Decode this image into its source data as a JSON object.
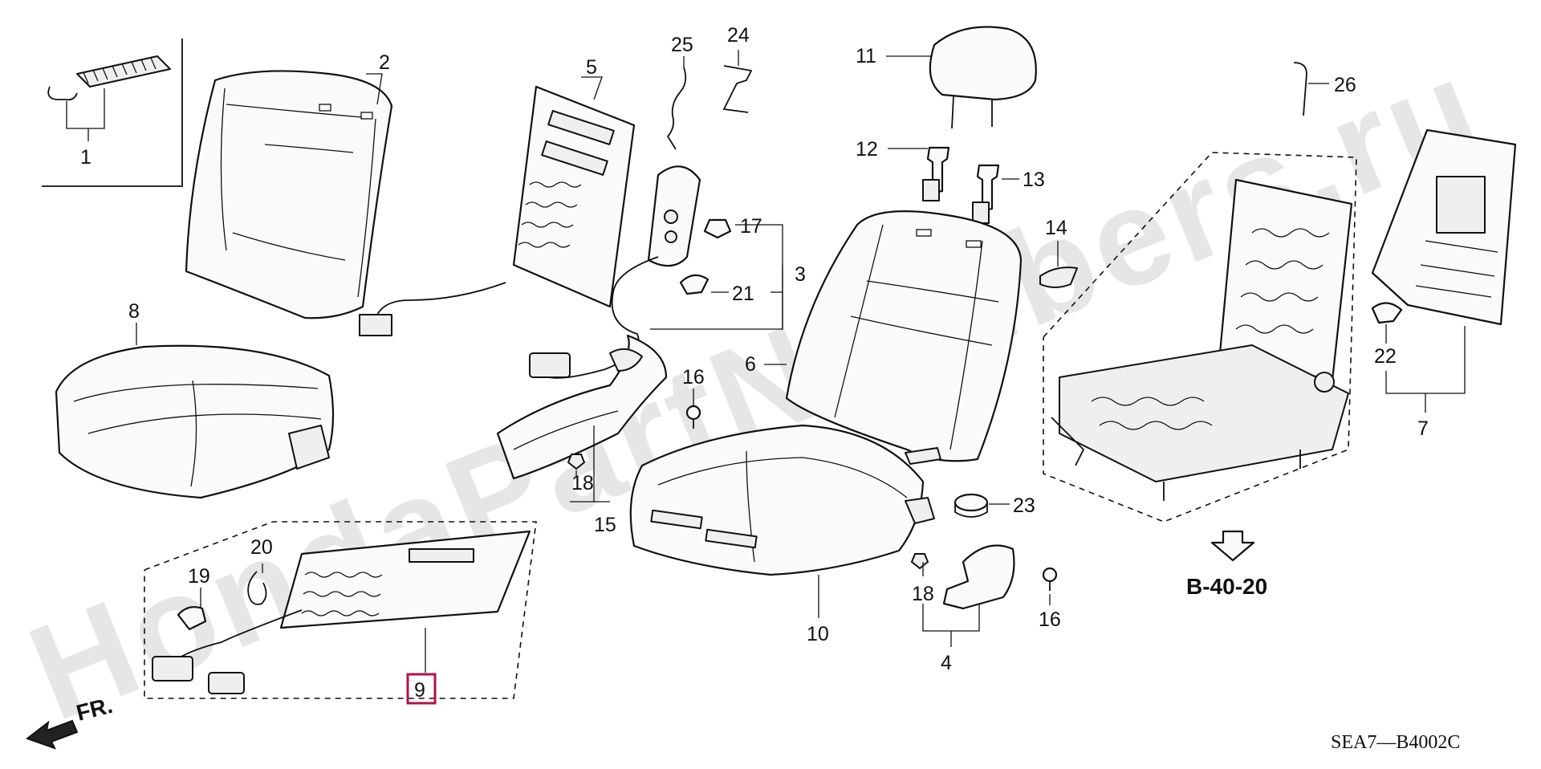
{
  "watermark": "HondaPartNumbers.ru",
  "callouts": {
    "c1": "1",
    "c2": "2",
    "c3": "3",
    "c4": "4",
    "c5": "5",
    "c6": "6",
    "c7": "7",
    "c8": "8",
    "c9": "9",
    "c10": "10",
    "c11": "11",
    "c12": "12",
    "c13": "13",
    "c14": "14",
    "c15": "15",
    "c16a": "16",
    "c16b": "16",
    "c17": "17",
    "c18a": "18",
    "c18b": "18",
    "c19": "19",
    "c20": "20",
    "c21": "21",
    "c22": "22",
    "c23": "23",
    "c24": "24",
    "c25": "25",
    "c26": "26"
  },
  "reference": "B-40-20",
  "diagram_code": "SEA7—B4002C",
  "front_label": "FR.",
  "highlighted_callout": "9",
  "colors": {
    "highlight": "#b0124a",
    "ink": "#111111",
    "watermark": "#e6e6e6"
  }
}
